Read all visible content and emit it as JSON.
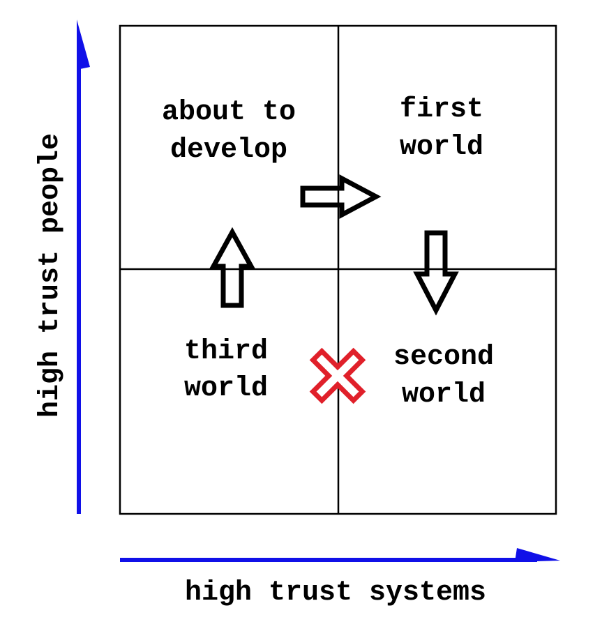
{
  "axes": {
    "x_label": "high trust systems",
    "y_label": "high trust people",
    "color": "#1010e8"
  },
  "quadrants": {
    "top_left": {
      "line1": "about to",
      "line2": "develop"
    },
    "top_right": {
      "line1": "first",
      "line2": "world"
    },
    "bottom_left": {
      "line1": "third",
      "line2": "world"
    },
    "bottom_right": {
      "line1": "second",
      "line2": "world"
    }
  },
  "marker": {
    "color": "#e0202a"
  }
}
